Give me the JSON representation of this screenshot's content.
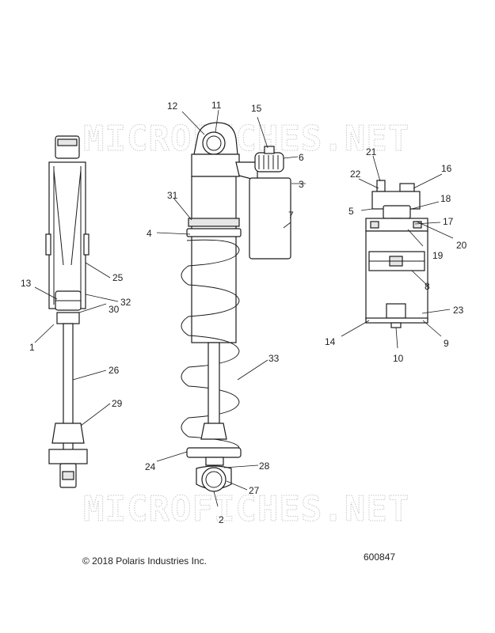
{
  "watermark": "MICROFICHES.NET",
  "copyright": "© 2018 Polaris Industries Inc.",
  "diagram_number": "600847",
  "callouts": [
    "1",
    "2",
    "3",
    "4",
    "5",
    "6",
    "7",
    "8",
    "9",
    "10",
    "11",
    "12",
    "13",
    "14",
    "15",
    "16",
    "17",
    "18",
    "19",
    "20",
    "21",
    "22",
    "23",
    "24",
    "25",
    "26",
    "27",
    "28",
    "29",
    "30",
    "31",
    "32",
    "33"
  ]
}
